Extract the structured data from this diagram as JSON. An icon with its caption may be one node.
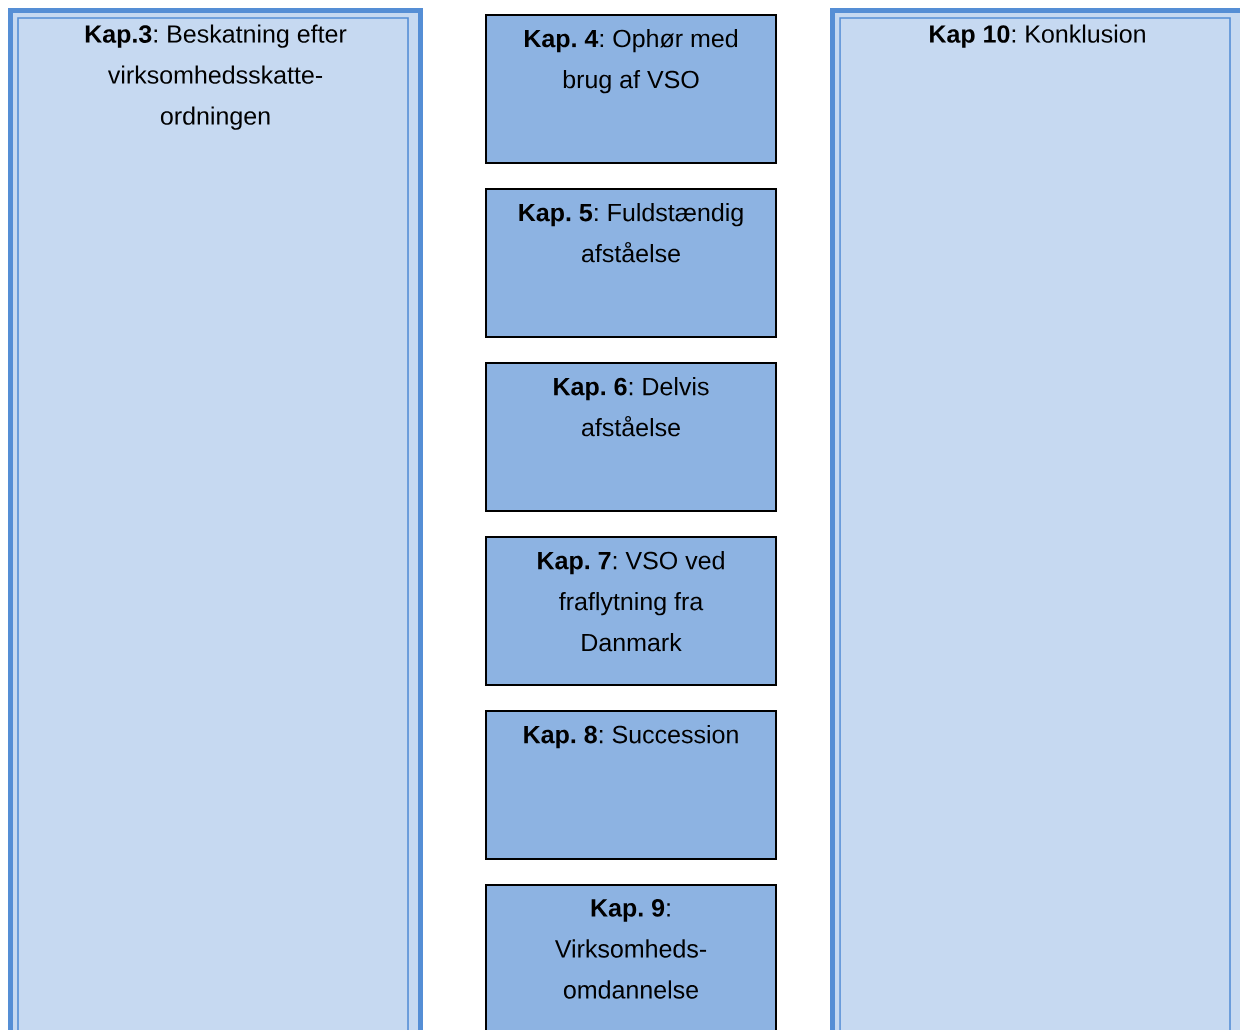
{
  "diagram": {
    "nodes": [
      {
        "text": [
          "**Kap.3**: Beskatning efter virksomhedsskatte-ordningen"
        ]
      },
      {
        "text": [
          "**Kap. 4**: Ophør med brug af VSO"
        ]
      },
      {
        "text": [
          "**Kap. 5**: Fuldstændig afståelse"
        ]
      },
      {
        "text": [
          "**Kap. 6**: Delvis afståelse"
        ]
      },
      {
        "text": [
          "**Kap. 7**: VSO ved fraflytning fra Danmark"
        ]
      },
      {
        "text": [
          "**Kap. 8**: Succession"
        ]
      },
      {
        "text": [
          "**Kap. 9**: Virksomheds-omdannelse"
        ]
      },
      {
        "text": [
          "**Kap 10**: Konklusion"
        ]
      }
    ]
  }
}
